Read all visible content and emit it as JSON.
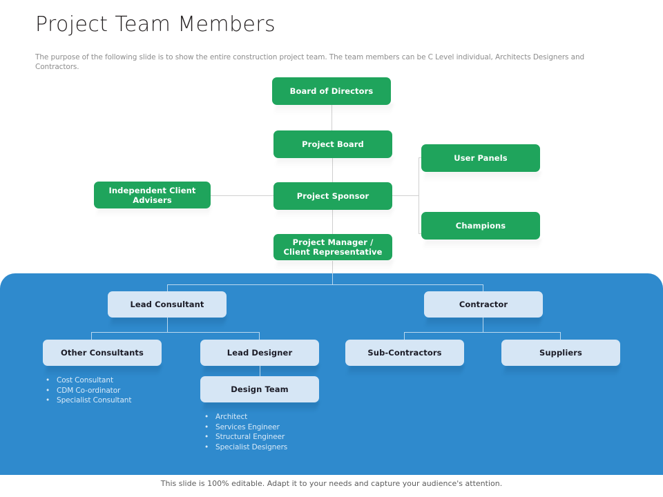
{
  "slide": {
    "title": "Project Team Members",
    "subtitle": "The purpose of the following slide is to show the entire construction project team. The team members can be C Level individual, Architects Designers and Contractors.",
    "footer": "This slide is 100% editable. Adapt it to your needs and capture your audience's attention."
  },
  "colors": {
    "green": "#1fa45c",
    "panel_blue": "#2f8acd",
    "light_blue_box": "#d6e6f5",
    "title_text": "#231f20",
    "subtitle_text": "#8d8d8d",
    "connector": "#cfcfcf",
    "connector_on_blue": "#bcd9ef"
  },
  "chart_data": {
    "type": "diagram",
    "diagram_kind": "organizational-chart",
    "title": "Project Team Members",
    "nodes": [
      {
        "id": "board_of_directors",
        "label": "Board of Directors",
        "style": "green",
        "tier": 1
      },
      {
        "id": "project_board",
        "label": "Project Board",
        "style": "green",
        "tier": 2
      },
      {
        "id": "project_sponsor",
        "label": "Project Sponsor",
        "style": "green",
        "tier": 3
      },
      {
        "id": "independent_client_advisers",
        "label": "Independent Client Advisers",
        "style": "green",
        "tier": 3
      },
      {
        "id": "user_panels",
        "label": "User Panels",
        "style": "green",
        "tier": 3
      },
      {
        "id": "champions",
        "label": "Champions",
        "style": "green",
        "tier": 3
      },
      {
        "id": "project_manager",
        "label": "Project Manager / Client Representative",
        "style": "green",
        "tier": 4
      },
      {
        "id": "lead_consultant",
        "label": "Lead Consultant",
        "style": "lightblue",
        "tier": 5
      },
      {
        "id": "contractor",
        "label": "Contractor",
        "style": "lightblue",
        "tier": 5
      },
      {
        "id": "other_consultants",
        "label": "Other Consultants",
        "style": "lightblue",
        "tier": 6
      },
      {
        "id": "lead_designer",
        "label": "Lead Designer",
        "style": "lightblue",
        "tier": 6
      },
      {
        "id": "sub_contractors",
        "label": "Sub-Contractors",
        "style": "lightblue",
        "tier": 6
      },
      {
        "id": "suppliers",
        "label": "Suppliers",
        "style": "lightblue",
        "tier": 6
      },
      {
        "id": "design_team",
        "label": "Design Team",
        "style": "lightblue",
        "tier": 7
      }
    ],
    "edges": [
      {
        "from": "board_of_directors",
        "to": "project_board"
      },
      {
        "from": "project_board",
        "to": "project_sponsor"
      },
      {
        "from": "project_sponsor",
        "to": "independent_client_advisers"
      },
      {
        "from": "project_sponsor",
        "to": "user_panels"
      },
      {
        "from": "project_sponsor",
        "to": "champions"
      },
      {
        "from": "project_sponsor",
        "to": "project_manager"
      },
      {
        "from": "project_manager",
        "to": "lead_consultant"
      },
      {
        "from": "project_manager",
        "to": "contractor"
      },
      {
        "from": "lead_consultant",
        "to": "other_consultants"
      },
      {
        "from": "lead_consultant",
        "to": "lead_designer"
      },
      {
        "from": "lead_designer",
        "to": "design_team"
      },
      {
        "from": "contractor",
        "to": "sub_contractors"
      },
      {
        "from": "contractor",
        "to": "suppliers"
      }
    ]
  },
  "nodes": {
    "board_of_directors": "Board of Directors",
    "project_board": "Project Board",
    "project_sponsor": "Project Sponsor",
    "independent_client_advisers_line1": "Independent Client",
    "independent_client_advisers_line2": "Advisers",
    "user_panels": "User Panels",
    "champions": "Champions",
    "project_manager_line1": "Project Manager /",
    "project_manager_line2": "Client Representative",
    "lead_consultant": "Lead Consultant",
    "contractor": "Contractor",
    "other_consultants": "Other Consultants",
    "lead_designer": "Lead Designer",
    "sub_contractors": "Sub-Contractors",
    "suppliers": "Suppliers",
    "design_team": "Design Team"
  },
  "bullet_lists": {
    "other_consultants": [
      "Cost Consultant",
      "CDM Co-ordinator",
      "Specialist Consultant"
    ],
    "design_team": [
      "Architect",
      "Services Engineer",
      "Structural Engineer",
      "Specialist Designers"
    ]
  },
  "bullet_glyph": "•"
}
